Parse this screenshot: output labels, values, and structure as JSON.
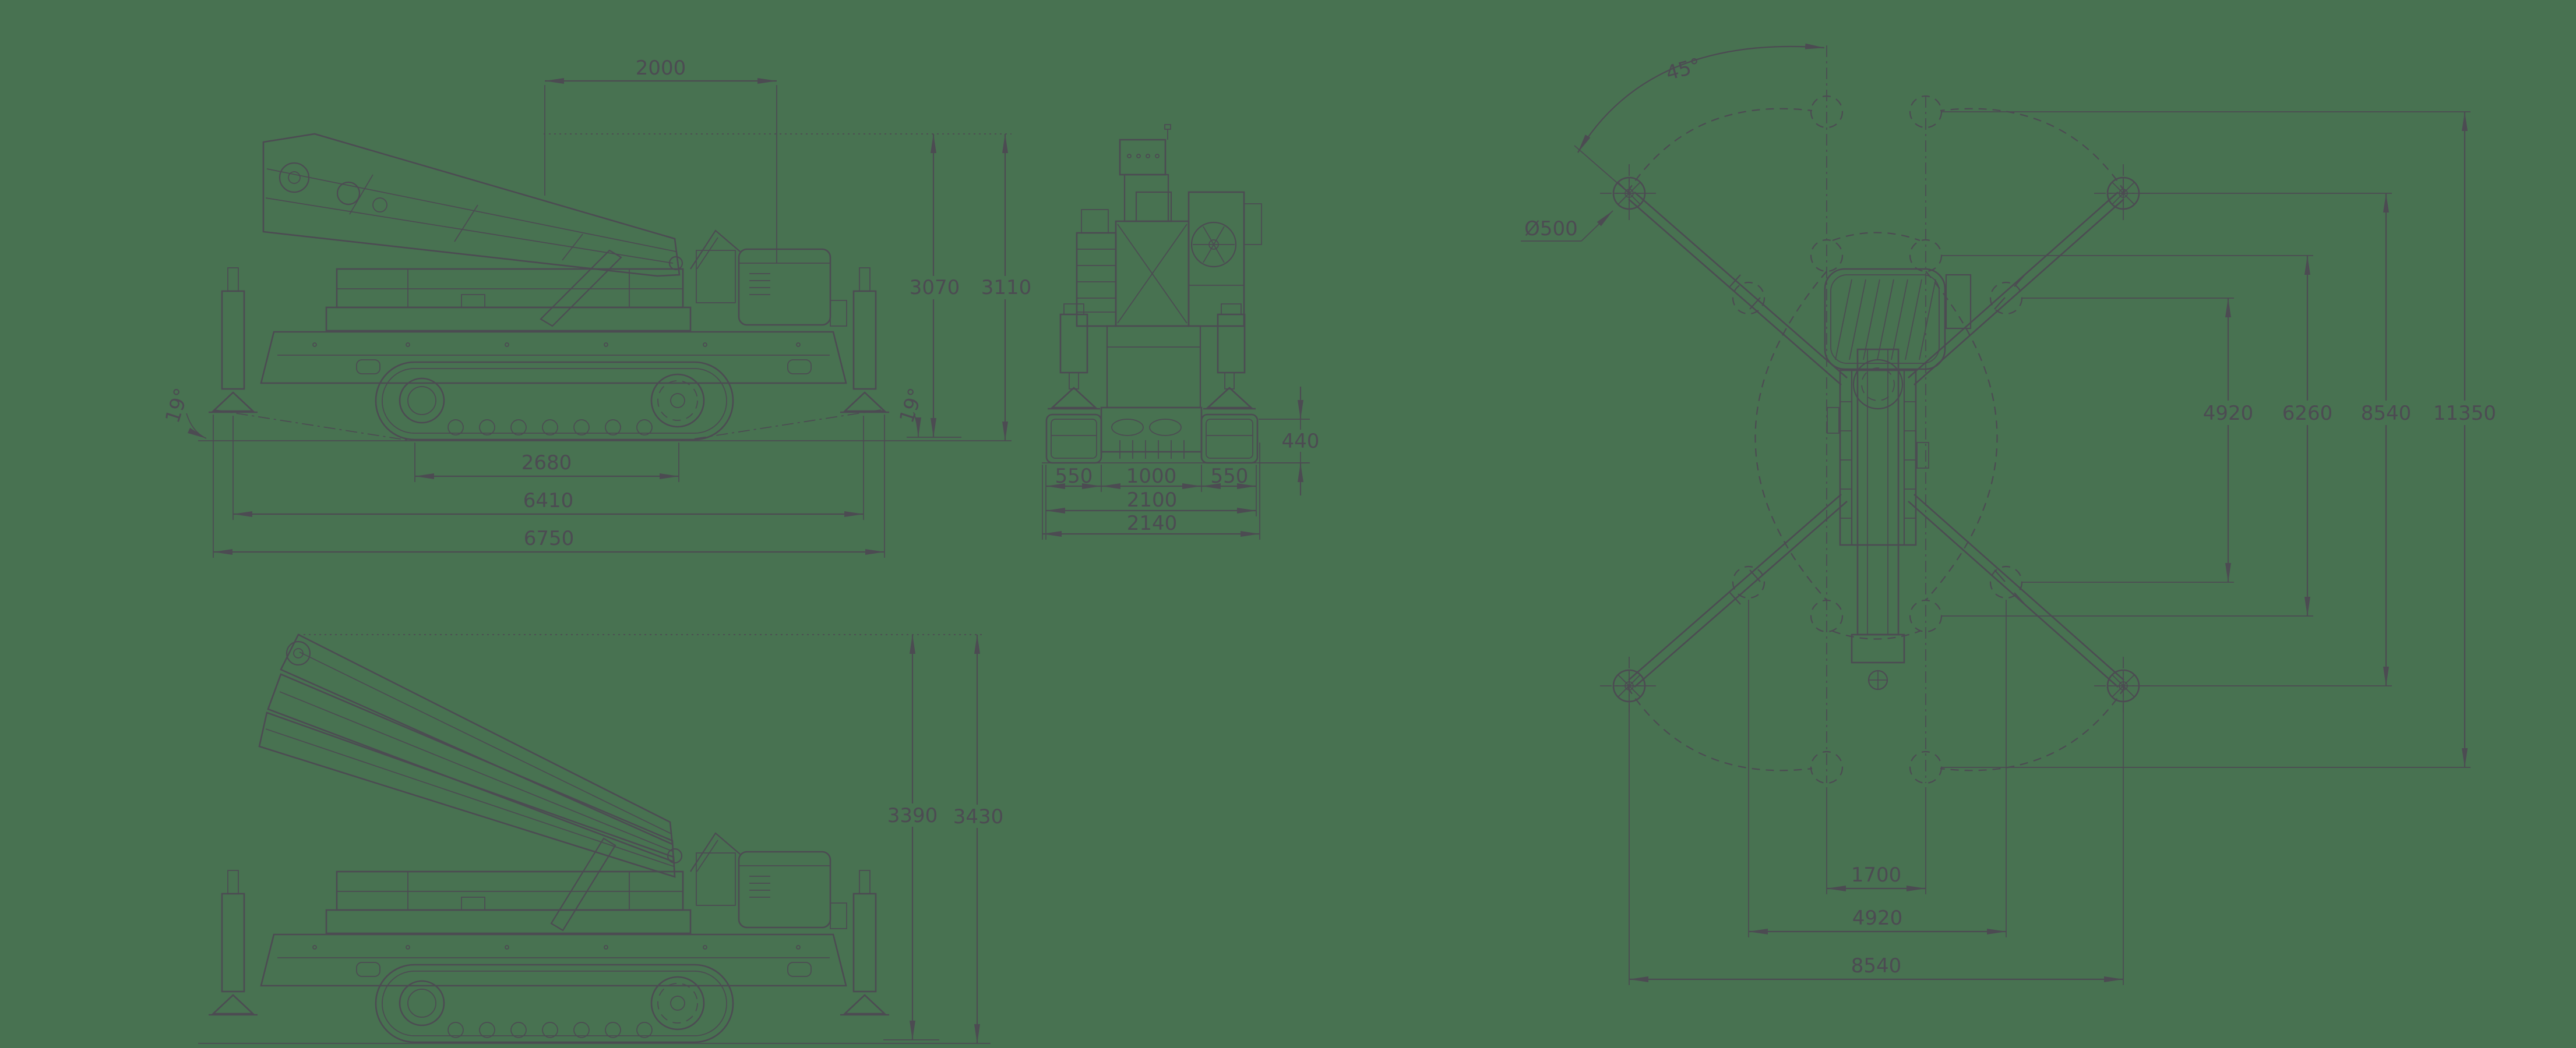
{
  "colors": {
    "background": "#487251",
    "line": "#4c4b52"
  },
  "views": {
    "side_view_stowed": {
      "dims": {
        "d2000": "2000",
        "d3070": "3070",
        "d3110": "3110",
        "angle_left": "19°",
        "angle_right": "19°",
        "d2680": "2680",
        "d6410": "6410",
        "d6750": "6750"
      }
    },
    "front_view": {
      "dims": {
        "d440": "440",
        "d550_left": "550",
        "d1000": "1000",
        "d550_right": "550",
        "d2100": "2100",
        "d2140": "2140"
      }
    },
    "side_view_raised": {
      "dims": {
        "d3390": "3390",
        "d3430": "3430"
      }
    },
    "top_view": {
      "dims": {
        "angle": "45°",
        "pad_dia": "Ø500",
        "d4920_right": "4920",
        "d6260": "6260",
        "d8540_right": "8540",
        "d11350": "11350",
        "d1700": "1700",
        "d4920_bottom": "4920",
        "d8540_bottom": "8540"
      }
    }
  }
}
